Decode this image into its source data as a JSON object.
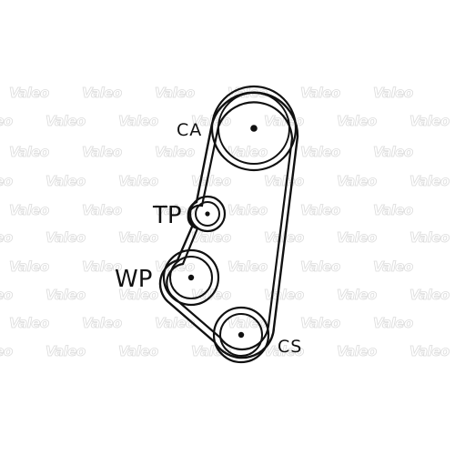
{
  "watermark": {
    "text": "Valeo",
    "color": "#dcdcdc"
  },
  "belt": {
    "color": "#111111"
  },
  "pulleys": [
    {
      "id": "ca",
      "label": "CA"
    },
    {
      "id": "tp",
      "label": "TP"
    },
    {
      "id": "wp",
      "label": "WP"
    },
    {
      "id": "cs",
      "label": "CS"
    }
  ]
}
